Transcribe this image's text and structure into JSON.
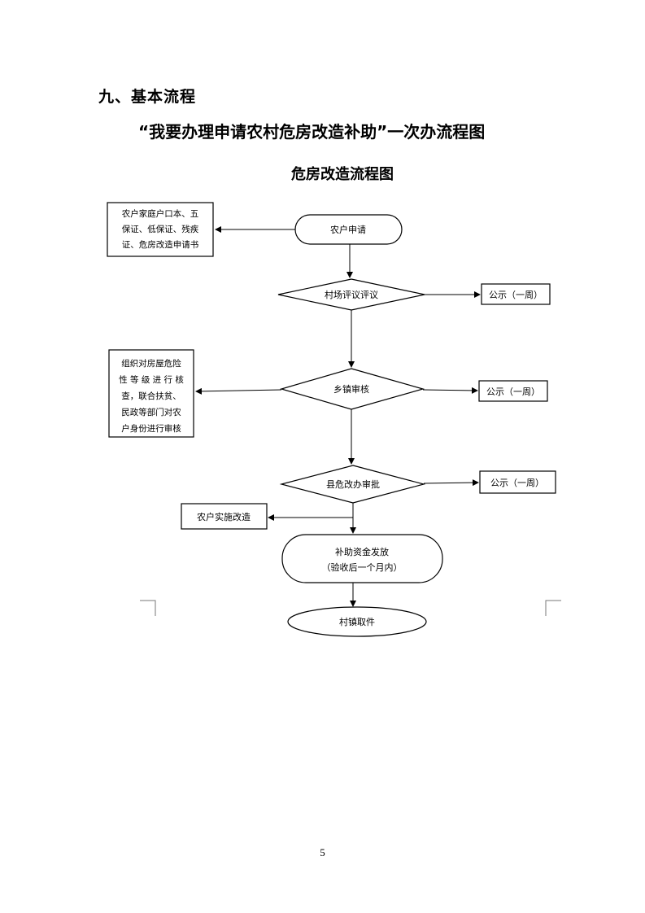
{
  "heading": "九、基本流程",
  "document_title": "“我要办理申请农村危房改造补助”一次办流程图",
  "chart_title": "危房改造流程图",
  "nodes": {
    "farmer_apply": "农户申请",
    "documents": [
      "农户家庭户口本、五",
      "保证、低保证、残疾",
      "证、危房改造申请书"
    ],
    "village_review": "村场评议评议",
    "publicity_1": "公示（一周）",
    "township_verify_note": [
      "组织对房屋危险",
      "性 等 级 进 行 核",
      "查，联合扶贫、",
      "民政等部门对农",
      "户身份进行审核"
    ],
    "township_review": "乡镇审核",
    "publicity_2": "公示（一周）",
    "county_approval": "县危改办审批",
    "publicity_3": "公示（一周）",
    "farmer_renovate": "农户实施改造",
    "subsidy_release": [
      "补助资金发放",
      "（验收后一个月内）"
    ],
    "village_pickup": "村镇取件"
  },
  "page_number": "5"
}
